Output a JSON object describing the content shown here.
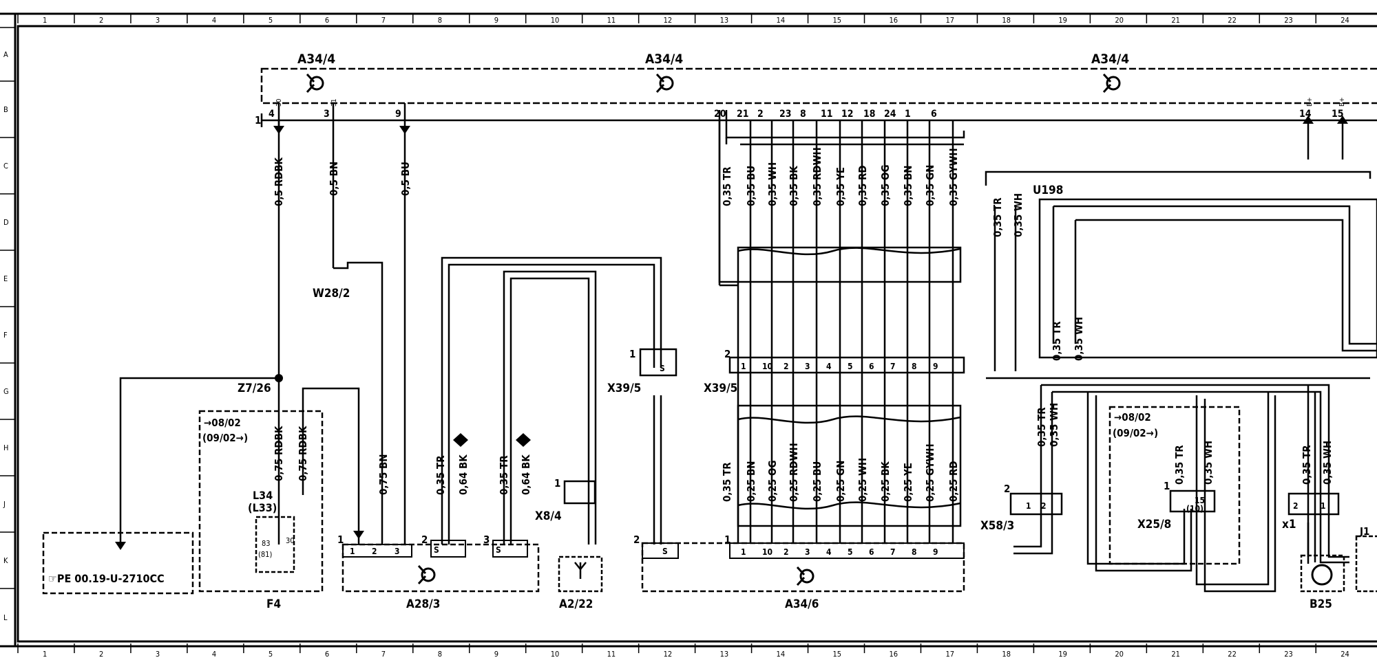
{
  "grid": {
    "columns": [
      "1",
      "2",
      "3",
      "4",
      "5",
      "6",
      "7",
      "8",
      "9",
      "10",
      "11",
      "12",
      "13",
      "14",
      "15",
      "16",
      "17",
      "18",
      "19",
      "20",
      "21",
      "22",
      "23",
      "24"
    ],
    "rows": [
      "A",
      "B",
      "C",
      "D",
      "E",
      "F",
      "G",
      "H",
      "J",
      "K",
      "L"
    ]
  },
  "modules": {
    "a34_4_labels": [
      "A34/4",
      "A34/4",
      "A34/4"
    ],
    "a34_4_pins": [
      {
        "pin": "4",
        "term": "30"
      },
      {
        "pin": "3",
        "term": "31"
      },
      {
        "pin": "9",
        "term": ""
      },
      {
        "pin": "20",
        "term": ""
      },
      {
        "pin": "21",
        "term": ""
      },
      {
        "pin": "2",
        "term": ""
      },
      {
        "pin": "23",
        "term": ""
      },
      {
        "pin": "8",
        "term": ""
      },
      {
        "pin": "11",
        "term": ""
      },
      {
        "pin": "12",
        "term": ""
      },
      {
        "pin": "18",
        "term": ""
      },
      {
        "pin": "24",
        "term": ""
      },
      {
        "pin": "1",
        "term": ""
      },
      {
        "pin": "6",
        "term": ""
      },
      {
        "pin": "14",
        "term": "B+"
      },
      {
        "pin": "15",
        "term": "B+"
      }
    ],
    "a34_4_side_pin": "1"
  },
  "left_wires": [
    {
      "label": "0,5 RDBK"
    },
    {
      "label": "0,5 BN"
    },
    {
      "label": "0,5 BU"
    }
  ],
  "bus_top": [
    "0,35 TR",
    "0,35 BU",
    "0,35 WH",
    "0,35 BK",
    "0,35 RDWH",
    "0,35 YE",
    "0,35 RD",
    "0,35 OG",
    "0,35 BN",
    "0,35 GN",
    "0,35 GYWH"
  ],
  "bus_bottom": [
    "0,35 TR",
    "0,25 BN",
    "0,25 OG",
    "0,25 RDWH",
    "0,25 BU",
    "0,25 GN",
    "0,25 WH",
    "0,25 BK",
    "0,25 YE",
    "0,25 GYWH",
    "0,25 RD"
  ],
  "x39_pins": [
    "1",
    "10",
    "2",
    "3",
    "4",
    "5",
    "6",
    "7",
    "8",
    "9"
  ],
  "a34_6_pins": [
    "1",
    "10",
    "2",
    "3",
    "4",
    "5",
    "6",
    "7",
    "8",
    "9"
  ],
  "components": {
    "w28_2": "W28/2",
    "z7_26": "Z7/26",
    "x39_5_a": "X39/5",
    "x39_5_b": "X39/5",
    "x39_5_pin_left": "1",
    "x39_5_pin_s": "S",
    "x39_5_bus_pin": "2",
    "f4": "F4",
    "f4_date_a": "→08/02",
    "f4_date_b": "(09/02→)",
    "l34": "L34",
    "l33": "(L33)",
    "a28_3": "A28/3",
    "a2_22": "A2/22",
    "a34_6": "A34/6",
    "a34_6_pin_left": "1",
    "x8_4": "X8/4",
    "x8_4_pin": "1",
    "pe_ref": "☞PE 00.19-U-2710CC",
    "u198": "U198",
    "x58_3": "X58/3",
    "x58_3_pin": "2",
    "x25_8": "X25/8",
    "x25_8_pin": "1",
    "x25_8_date_a": "→08/02",
    "x25_8_date_b": "(09/02→)",
    "x1": "x1",
    "b25": "B25",
    "j1": "J1"
  },
  "wire_labels": {
    "f4_rdbk_1": "0,75 RDBK",
    "f4_rdbk_2": "0,75 RDBK",
    "bn_075": "0,75 BN",
    "a28_tr_1": "0,35 TR",
    "a28_bk_1": "0,64 BK",
    "a28_tr_2": "0,35 TR",
    "a28_bk_2": "0,64 BK",
    "u198_tr_a": "0,35 TR",
    "u198_wh_a": "0,35 WH",
    "u198_tr_b": "0,35 TR",
    "u198_wh_b": "0,35 WH",
    "x58_tr": "0,35 TR",
    "x58_wh": "0,35 WH",
    "x25_tr": "0,35 TR",
    "x25_wh": "0,35 WH",
    "x1_tr": "0,35 TR",
    "x1_wh": "0,35 WH"
  },
  "a28_3_pins": [
    "1",
    "2",
    "3"
  ],
  "a28_3_side_pins": [
    "1",
    "2",
    "3"
  ],
  "a28_3_s": [
    "S",
    "S"
  ],
  "a34_6_s": "S",
  "a34_6_side_pin2": "2",
  "l34_terms": [
    "83",
    "30",
    "(81)"
  ],
  "x58_3_pins": [
    "1",
    "2"
  ],
  "x25_8_pins": [
    "15",
    "(10)"
  ],
  "x1_pins": [
    "2",
    "1"
  ]
}
